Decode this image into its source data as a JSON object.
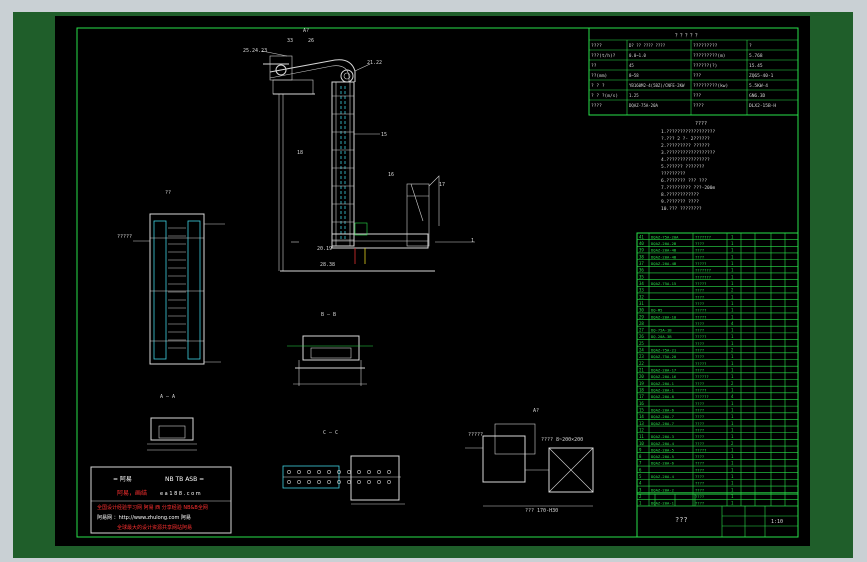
{
  "spec_table": {
    "title": "？？？？？",
    "rows": [
      [
        "????",
        "D? ?? ???? ????",
        "?????????",
        "?"
      ],
      [
        "???(t/h)?",
        "0.0~1.0",
        "?????????(m)",
        "5.768"
      ],
      [
        "??",
        "45",
        "??????(?)",
        "15.45"
      ],
      [
        "??(mm)",
        "8~58",
        "???",
        "ZQ65-40-1"
      ],
      [
        "? ? ?",
        "YB160M2-4(5BZ)/CNFE-2KW",
        "?????????(kw)",
        "5.5KW-4"
      ],
      [
        "? ? ?(m/s)",
        "1.25",
        "???",
        "GN6.3D"
      ],
      [
        "????",
        "DQAZ-75A-20A",
        "????",
        "DLX2-15B-H"
      ]
    ]
  },
  "notes": {
    "title": "????",
    "lines": [
      "1.??????????????????",
      "  ?.??? 2 ?- 2??????",
      "2.????????? ??????",
      "3.??????????????????",
      "4.????????????????",
      "5.?????? ???????",
      "  ?????????",
      "6.??????? ??? ???",
      "7.????????? ???-200m",
      "8.????????????",
      "9.??????? ????",
      "10.??? ????????"
    ]
  },
  "parts_list": {
    "rows": [
      [
        "41",
        "DQAZ-75A-20A",
        "???????",
        "1",
        ""
      ],
      [
        "40",
        "DQAZ-20A-2B",
        "????",
        "1",
        ""
      ],
      [
        "39",
        "DQAZ-20A-4B",
        "????",
        "1",
        ""
      ],
      [
        "38",
        "DQAZ-20A-4B",
        "????",
        "1",
        ""
      ],
      [
        "37",
        "DQAZ-20A-4B",
        "?????",
        "1",
        ""
      ],
      [
        "36",
        "",
        "???????",
        "1",
        ""
      ],
      [
        "35",
        "",
        "???????",
        "1",
        ""
      ],
      [
        "34",
        "DQAZ-75A-15",
        "?????",
        "1",
        ""
      ],
      [
        "33",
        "",
        "????",
        "2",
        ""
      ],
      [
        "32",
        "",
        "????",
        "1",
        ""
      ],
      [
        "31",
        "",
        "????",
        "1",
        ""
      ],
      [
        "30",
        "DQ-M5",
        "?????",
        "1",
        ""
      ],
      [
        "29",
        "DQAZ-20A-10",
        "?????",
        "1",
        ""
      ],
      [
        "28",
        "",
        "????",
        "4",
        ""
      ],
      [
        "27",
        "DQ-75A-1B",
        "????",
        "1",
        ""
      ],
      [
        "26",
        "DQ-20A-3B",
        "?????",
        "1",
        ""
      ],
      [
        "25",
        "",
        "????",
        "1",
        ""
      ],
      [
        "24",
        "DQAZ-75A-21",
        "????",
        "2",
        ""
      ],
      [
        "23",
        "DQAZ-75A-20",
        "????",
        "1",
        ""
      ],
      [
        "22",
        "",
        "?????",
        "1",
        ""
      ],
      [
        "21",
        "DQAZ-20A-17",
        "????",
        "1",
        ""
      ],
      [
        "20",
        "DQAZ-20A-16",
        "??????",
        "1",
        ""
      ],
      [
        "19",
        "DQAZ-20A-1",
        "????",
        "2",
        ""
      ],
      [
        "18",
        "DQAZ-20A-1",
        "?????",
        "1",
        ""
      ],
      [
        "17",
        "DQAZ-20A-8",
        "??????",
        "4",
        ""
      ],
      [
        "16",
        "",
        "????",
        "1",
        ""
      ],
      [
        "15",
        "DQAZ-20A-6",
        "????",
        "1",
        ""
      ],
      [
        "14",
        "DQAZ-20A-7",
        "????",
        "1",
        ""
      ],
      [
        "13",
        "DQAZ-20A-7",
        "????",
        "1",
        ""
      ],
      [
        "12",
        "",
        "????",
        "1",
        ""
      ],
      [
        "11",
        "DQAZ-20A-3",
        "????",
        "1",
        ""
      ],
      [
        "10",
        "DQAZ-20A-4",
        "????",
        "2",
        ""
      ],
      [
        "9",
        "DQAZ-20A-5",
        "?????",
        "1",
        ""
      ],
      [
        "8",
        "DQAZ-20A-5",
        "????",
        "1",
        ""
      ],
      [
        "7",
        "DQAZ-20A-6",
        "????",
        "1",
        ""
      ],
      [
        "6",
        "",
        "????",
        "1",
        ""
      ],
      [
        "5",
        "DQAZ-20A-4",
        "????",
        "1",
        ""
      ],
      [
        "4",
        "",
        "????",
        "1",
        ""
      ],
      [
        "3",
        "DQAZ-20A-2",
        "????",
        "1",
        ""
      ],
      [
        "2",
        "",
        "????",
        "1",
        ""
      ],
      [
        "1",
        "DQAZ-20A-1",
        "????",
        "1",
        ""
      ]
    ],
    "header": [
      "??",
      "??",
      "??",
      "??",
      "??"
    ]
  },
  "title_block": {
    "drawing_title": "???",
    "scale": "1:10"
  },
  "watermark": {
    "line1_left": "= 阿易",
    "line1_right": "NB TB ASB =",
    "line2_red": "阿易，画结",
    "line2_white": "e a 1 8 8 . c o m",
    "line3": "全国设计经验学习网 阿易 西 分享经验 NB&B全网",
    "line4": "阿易网 ：http://www.zhulong.com  阿易",
    "line5": "全球最大的设计资源共享网站阿易"
  },
  "labels": {
    "main_view_title": "A?",
    "section_bb": "B — B",
    "section_aa": "A — A",
    "section_cc": "C — C",
    "detail_a": "A?",
    "plan_left": "??",
    "callout_1": "25.24.23",
    "callout_2": "33",
    "callout_3": "26",
    "callout_4": "21.22",
    "callout_5": "15",
    "callout_6": "18",
    "callout_7": "16",
    "callout_8": "17",
    "callout_9": "20.19",
    "callout_10": "28.38",
    "callout_11": "1",
    "detail_dim": "??? 170-H30",
    "detail_dim2": "???? 8~200×200",
    "detail_note": "?????",
    "plan_dim": "?????"
  }
}
